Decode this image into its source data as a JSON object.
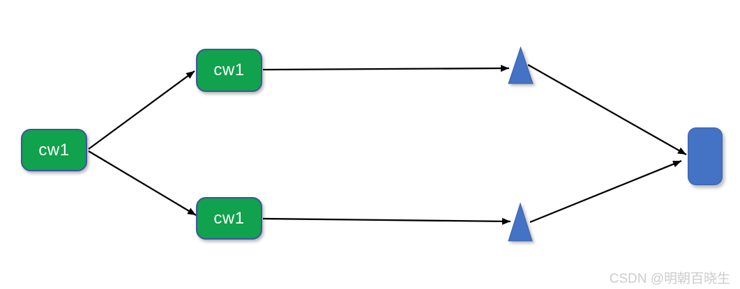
{
  "colors": {
    "node_green": "#10a24c",
    "node_green_border": "#3e54a0",
    "node_blue": "#4472c4",
    "node_blue_border": "#3a5fa8",
    "arrow": "#000000",
    "label_text": "#ffffff",
    "watermark": "#cccccc",
    "background": "#ffffff"
  },
  "nodes": {
    "source": {
      "label": "cw1",
      "shape": "rounded-rectangle",
      "fill": "green"
    },
    "worker_top": {
      "label": "cw1",
      "shape": "rounded-rectangle",
      "fill": "green"
    },
    "worker_bottom": {
      "label": "cw1",
      "shape": "rounded-rectangle",
      "fill": "green"
    },
    "relay_top": {
      "label": "",
      "shape": "triangle",
      "fill": "blue"
    },
    "relay_bottom": {
      "label": "",
      "shape": "triangle",
      "fill": "blue"
    },
    "sink": {
      "label": "",
      "shape": "rounded-rectangle",
      "fill": "blue"
    }
  },
  "edges": [
    {
      "from": "source",
      "to": "worker_top"
    },
    {
      "from": "source",
      "to": "worker_bottom"
    },
    {
      "from": "worker_top",
      "to": "relay_top"
    },
    {
      "from": "worker_bottom",
      "to": "relay_bottom"
    },
    {
      "from": "relay_top",
      "to": "sink"
    },
    {
      "from": "relay_bottom",
      "to": "sink"
    }
  ],
  "watermark": {
    "text": "CSDN @明朝百晓生"
  }
}
